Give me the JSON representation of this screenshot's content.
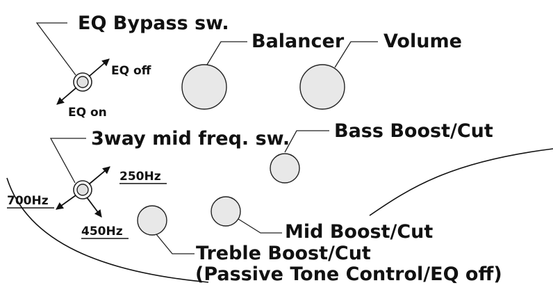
{
  "labels": {
    "eq_bypass_switch": "EQ Bypass sw.",
    "eq_off": "EQ off",
    "eq_on": "EQ on",
    "balancer": "Balancer",
    "volume": "Volume",
    "mid_freq_switch": "3way mid freq. sw.",
    "bass_boost_cut": "Bass Boost/Cut",
    "freq_250": "250Hz",
    "freq_700": "700Hz",
    "freq_450": "450Hz",
    "mid_boost_cut": "Mid Boost/Cut",
    "treble_boost_cut": "Treble Boost/Cut",
    "passive_tone_note": "(Passive Tone Control/EQ off)"
  },
  "colors": {
    "knob_fill": "#e8e8e8",
    "outline": "#222222",
    "background": "#ffffff"
  }
}
